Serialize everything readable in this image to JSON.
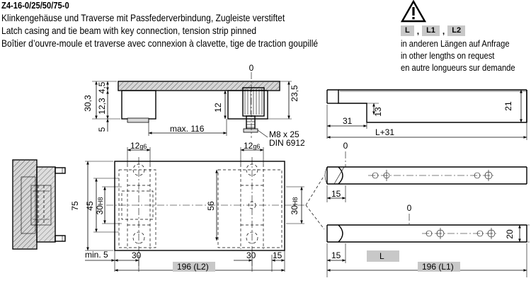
{
  "header": {
    "code": "Z4-16-0/25/50/75-0",
    "line_de": "Klinkengehäuse und Traverse mit Passfederverbindung, Zugleiste verstiftet",
    "line_en": "Latch casing and tie beam with key connection, tension strip pinned",
    "line_fr": "Boîtier d’ouvre-moule et traverse avec connexion à clavette, tige de traction goupillé"
  },
  "notice": {
    "icon": "warning-triangle-icon",
    "badges": [
      "L",
      "L1",
      "L2"
    ],
    "separator": ",",
    "line_de": "in anderen Längen auf Anfrage",
    "line_en": "in other lengths on request",
    "line_fr": "en autre longueurs sur demande"
  },
  "section_view": {
    "dims": {
      "d30_3": "30,3",
      "d4_5": "4,5",
      "d12_3": "12,3",
      "d5": "5",
      "d12": "12",
      "max116": "max. 116",
      "d23_5": "23,5",
      "zero": "0",
      "screw_1": "M8 x 25",
      "screw_2": "DIN 6912"
    }
  },
  "strip_side": {
    "dims": {
      "d13": "13",
      "d31": "31",
      "l31": "L+31",
      "d21": "21"
    }
  },
  "top_view": {
    "dims": {
      "fit_a": "12",
      "fit_a_sub": "g6",
      "fit_b": "12",
      "fit_b_sub": "g6",
      "d75": "75",
      "d45": "45",
      "d30h8_l": "30",
      "d30h8_l_sub": "H8",
      "d56": "56",
      "d30h8_r": "30",
      "d30h8_r_sub": "H8",
      "min5": "min. 5",
      "d30_a": "30",
      "d30_b": "30",
      "d15": "15",
      "l2": "196 (L2)"
    }
  },
  "strip_top": {
    "dims": {
      "zero_a": "0",
      "zero_b": "0",
      "d15_a": "15",
      "d15_b": "15",
      "l": "L",
      "l1": "196 (L1)",
      "d20": "20"
    }
  }
}
